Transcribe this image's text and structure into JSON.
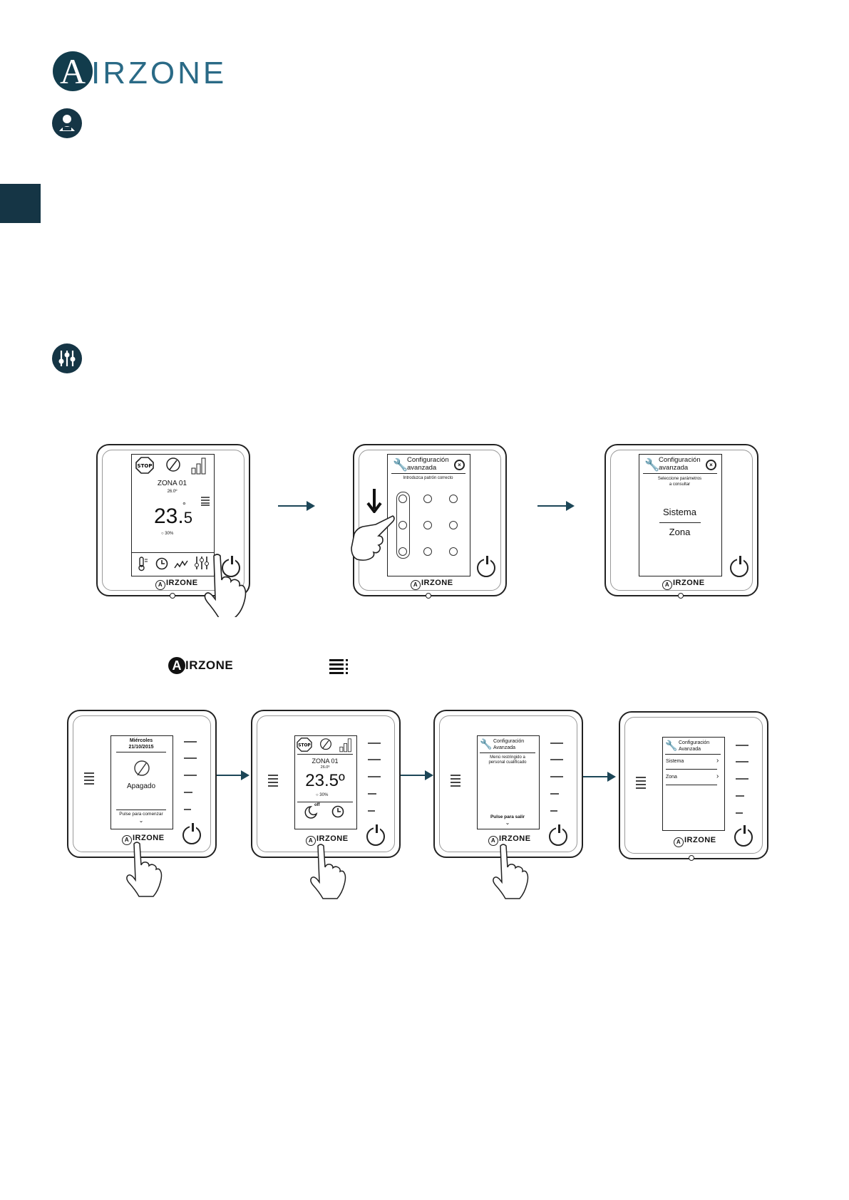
{
  "brand": {
    "logo_mark": "A",
    "logo_text": "IRZONE",
    "color": "#123c4c",
    "text_color": "#2a6a86"
  },
  "inline_logo": {
    "mark": "A",
    "text": "IRZONE"
  },
  "icons": {
    "installer": "installer-person-icon",
    "settings": "sliders-settings-icon",
    "menu": "menu-list-icon"
  },
  "think": {
    "zone": "ZONA 01",
    "setpoint_small": "26.0º",
    "temp_main": "23.",
    "temp_dec": "5",
    "temp_deg": "°",
    "humidity": "30%",
    "stop_label": "STOP"
  },
  "advanced_config": {
    "title_line1": "Configuración",
    "title_line2": "avanzada",
    "pattern_prompt": "Introduzca patrón correcto",
    "select_prompt_line1": "Seleccione parámetros",
    "select_prompt_line2": "a consultar",
    "option_system": "Sistema",
    "option_zone": "Zona"
  },
  "blueface": {
    "day": "Miércoles",
    "date": "21/10/2015",
    "status": "Apagado",
    "start_hint": "Pulse para comenzar",
    "zone": "ZONA 01",
    "setpoint_small": "26.0º",
    "temp": "23.5º",
    "humidity": "30%",
    "off_badge": "off",
    "menu_title_line1": "Configuración",
    "menu_title_line2": "Avanzada",
    "restricted_line1": "Menú restringido a",
    "restricted_line2": "personal cualificado",
    "exit_hint": "Pulse para salir",
    "option_system": "Sistema",
    "option_zone": "Zona"
  },
  "device_brand": {
    "mark": "A",
    "text": "IRZONE"
  }
}
